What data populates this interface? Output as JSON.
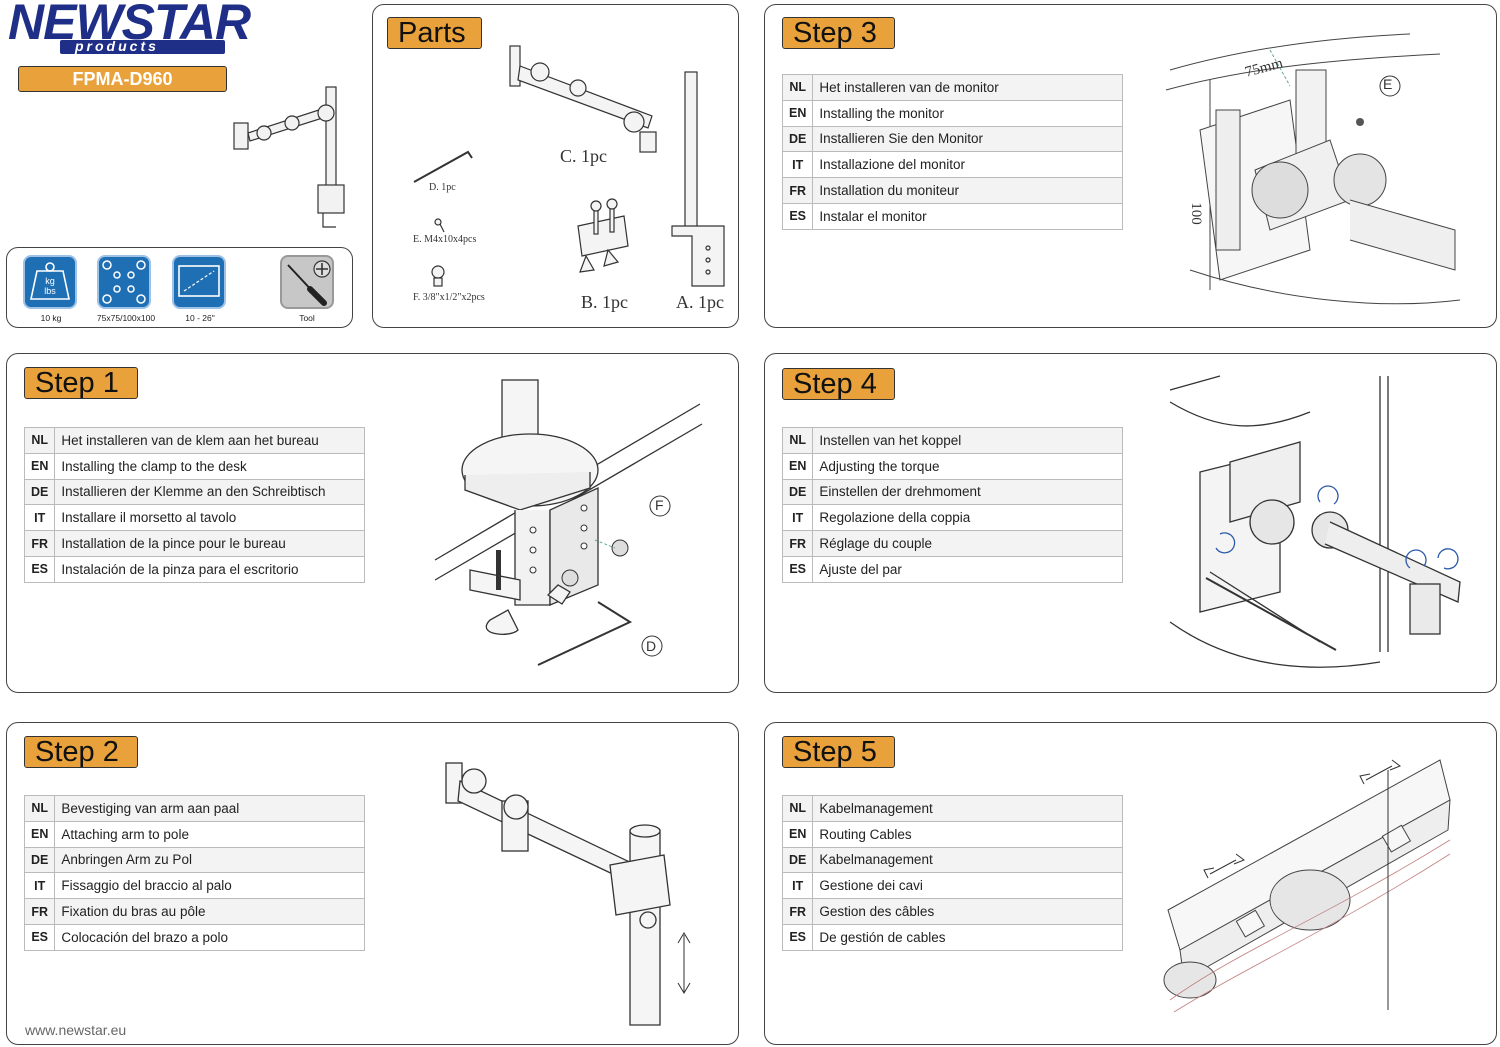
{
  "brand": {
    "name": "NEWSTAR",
    "sub": "products",
    "model": "FPMA-D960",
    "website": "www.newstar.eu"
  },
  "specs": [
    {
      "icon": "weight-icon",
      "caption": "10 kg",
      "glyph": "kg\nlbs"
    },
    {
      "icon": "vesa-pattern-icon",
      "caption": "75x75/100x100"
    },
    {
      "icon": "screen-size-icon",
      "caption": "10 - 26\""
    },
    {
      "icon": "tool-icon",
      "caption": "Tool"
    }
  ],
  "parts": {
    "title": "Parts",
    "items": {
      "a": "A. 1pc",
      "b": "B. 1pc",
      "c": "C. 1pc",
      "d": "D. 1pc",
      "e": "E. M4x10x4pcs",
      "f": "F. 3/8\"x1/2\"x2pcs"
    }
  },
  "steps": {
    "step1": {
      "title": "Step 1",
      "callouts": [
        "F",
        "D"
      ],
      "rows": [
        {
          "code": "NL",
          "text": "Het installeren van de klem aan het bureau"
        },
        {
          "code": "EN",
          "text": "Installing the clamp to the desk"
        },
        {
          "code": "DE",
          "text": "Installieren der Klemme an den Schreibtisch"
        },
        {
          "code": "IT",
          "text": "Installare il morsetto al tavolo"
        },
        {
          "code": "FR",
          "text": "Installation de la pince pour le bureau"
        },
        {
          "code": "ES",
          "text": "Instalación de la pinza para el escritorio"
        }
      ]
    },
    "step2": {
      "title": "Step 2",
      "rows": [
        {
          "code": "NL",
          "text": "Bevestiging van arm aan paal"
        },
        {
          "code": "EN",
          "text": "Attaching arm to pole"
        },
        {
          "code": "DE",
          "text": "Anbringen Arm zu Pol"
        },
        {
          "code": "IT",
          "text": "Fissaggio del braccio al palo"
        },
        {
          "code": "FR",
          "text": "Fixation du bras au pôle"
        },
        {
          "code": "ES",
          "text": "Colocación del brazo a polo"
        }
      ]
    },
    "step3": {
      "title": "Step 3",
      "callouts": [
        "E"
      ],
      "dim_top": "75mm",
      "dim_side": "100",
      "rows": [
        {
          "code": "NL",
          "text": "Het installeren van de monitor"
        },
        {
          "code": "EN",
          "text": "Installing the monitor"
        },
        {
          "code": "DE",
          "text": "Installieren Sie den Monitor"
        },
        {
          "code": "IT",
          "text": "Installazione del monitor"
        },
        {
          "code": "FR",
          "text": "Installation du moniteur"
        },
        {
          "code": "ES",
          "text": "Instalar el monitor"
        }
      ]
    },
    "step4": {
      "title": "Step 4",
      "rows": [
        {
          "code": "NL",
          "text": "Instellen van het koppel"
        },
        {
          "code": "EN",
          "text": "Adjusting the torque"
        },
        {
          "code": "DE",
          "text": "Einstellen der drehmoment"
        },
        {
          "code": "IT",
          "text": "Regolazione della coppia"
        },
        {
          "code": "FR",
          "text": "Réglage du couple"
        },
        {
          "code": "ES",
          "text": "Ajuste del par"
        }
      ]
    },
    "step5": {
      "title": "Step 5",
      "rows": [
        {
          "code": "NL",
          "text": "Kabelmanagement"
        },
        {
          "code": "EN",
          "text": "Routing Cables"
        },
        {
          "code": "DE",
          "text": "Kabelmanagement"
        },
        {
          "code": "IT",
          "text": "Gestione dei cavi"
        },
        {
          "code": "FR",
          "text": "Gestion des câbles"
        },
        {
          "code": "ES",
          "text": "De gestión de cables"
        }
      ]
    }
  },
  "colors": {
    "accent": "#e9a23b",
    "brand": "#1f2f87",
    "icon_blue": "#1f6fb5",
    "border": "#444444"
  }
}
